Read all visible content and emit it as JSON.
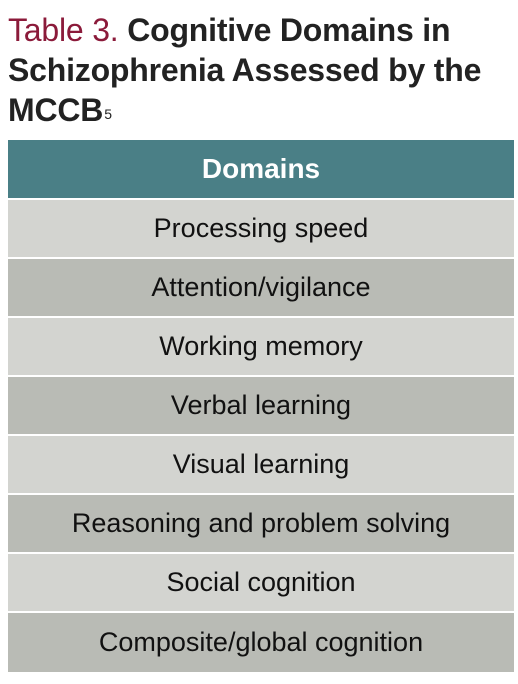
{
  "title": {
    "label": "Table 3.",
    "text": "Cognitive Domains in Schizophrenia Assessed by the MCCB",
    "superscript": "5"
  },
  "table": {
    "header": "Domains",
    "rows": [
      "Processing speed",
      "Attention/vigilance",
      "Working memory",
      "Verbal learning",
      "Visual learning",
      "Reasoning and problem solving",
      "Social cognition",
      "Composite/global cognition"
    ]
  },
  "colors": {
    "title_label": "#8b1a3a",
    "header_bg": "#4a7f86",
    "row_light": "#d3d4d0",
    "row_dark": "#b9bbb5"
  }
}
